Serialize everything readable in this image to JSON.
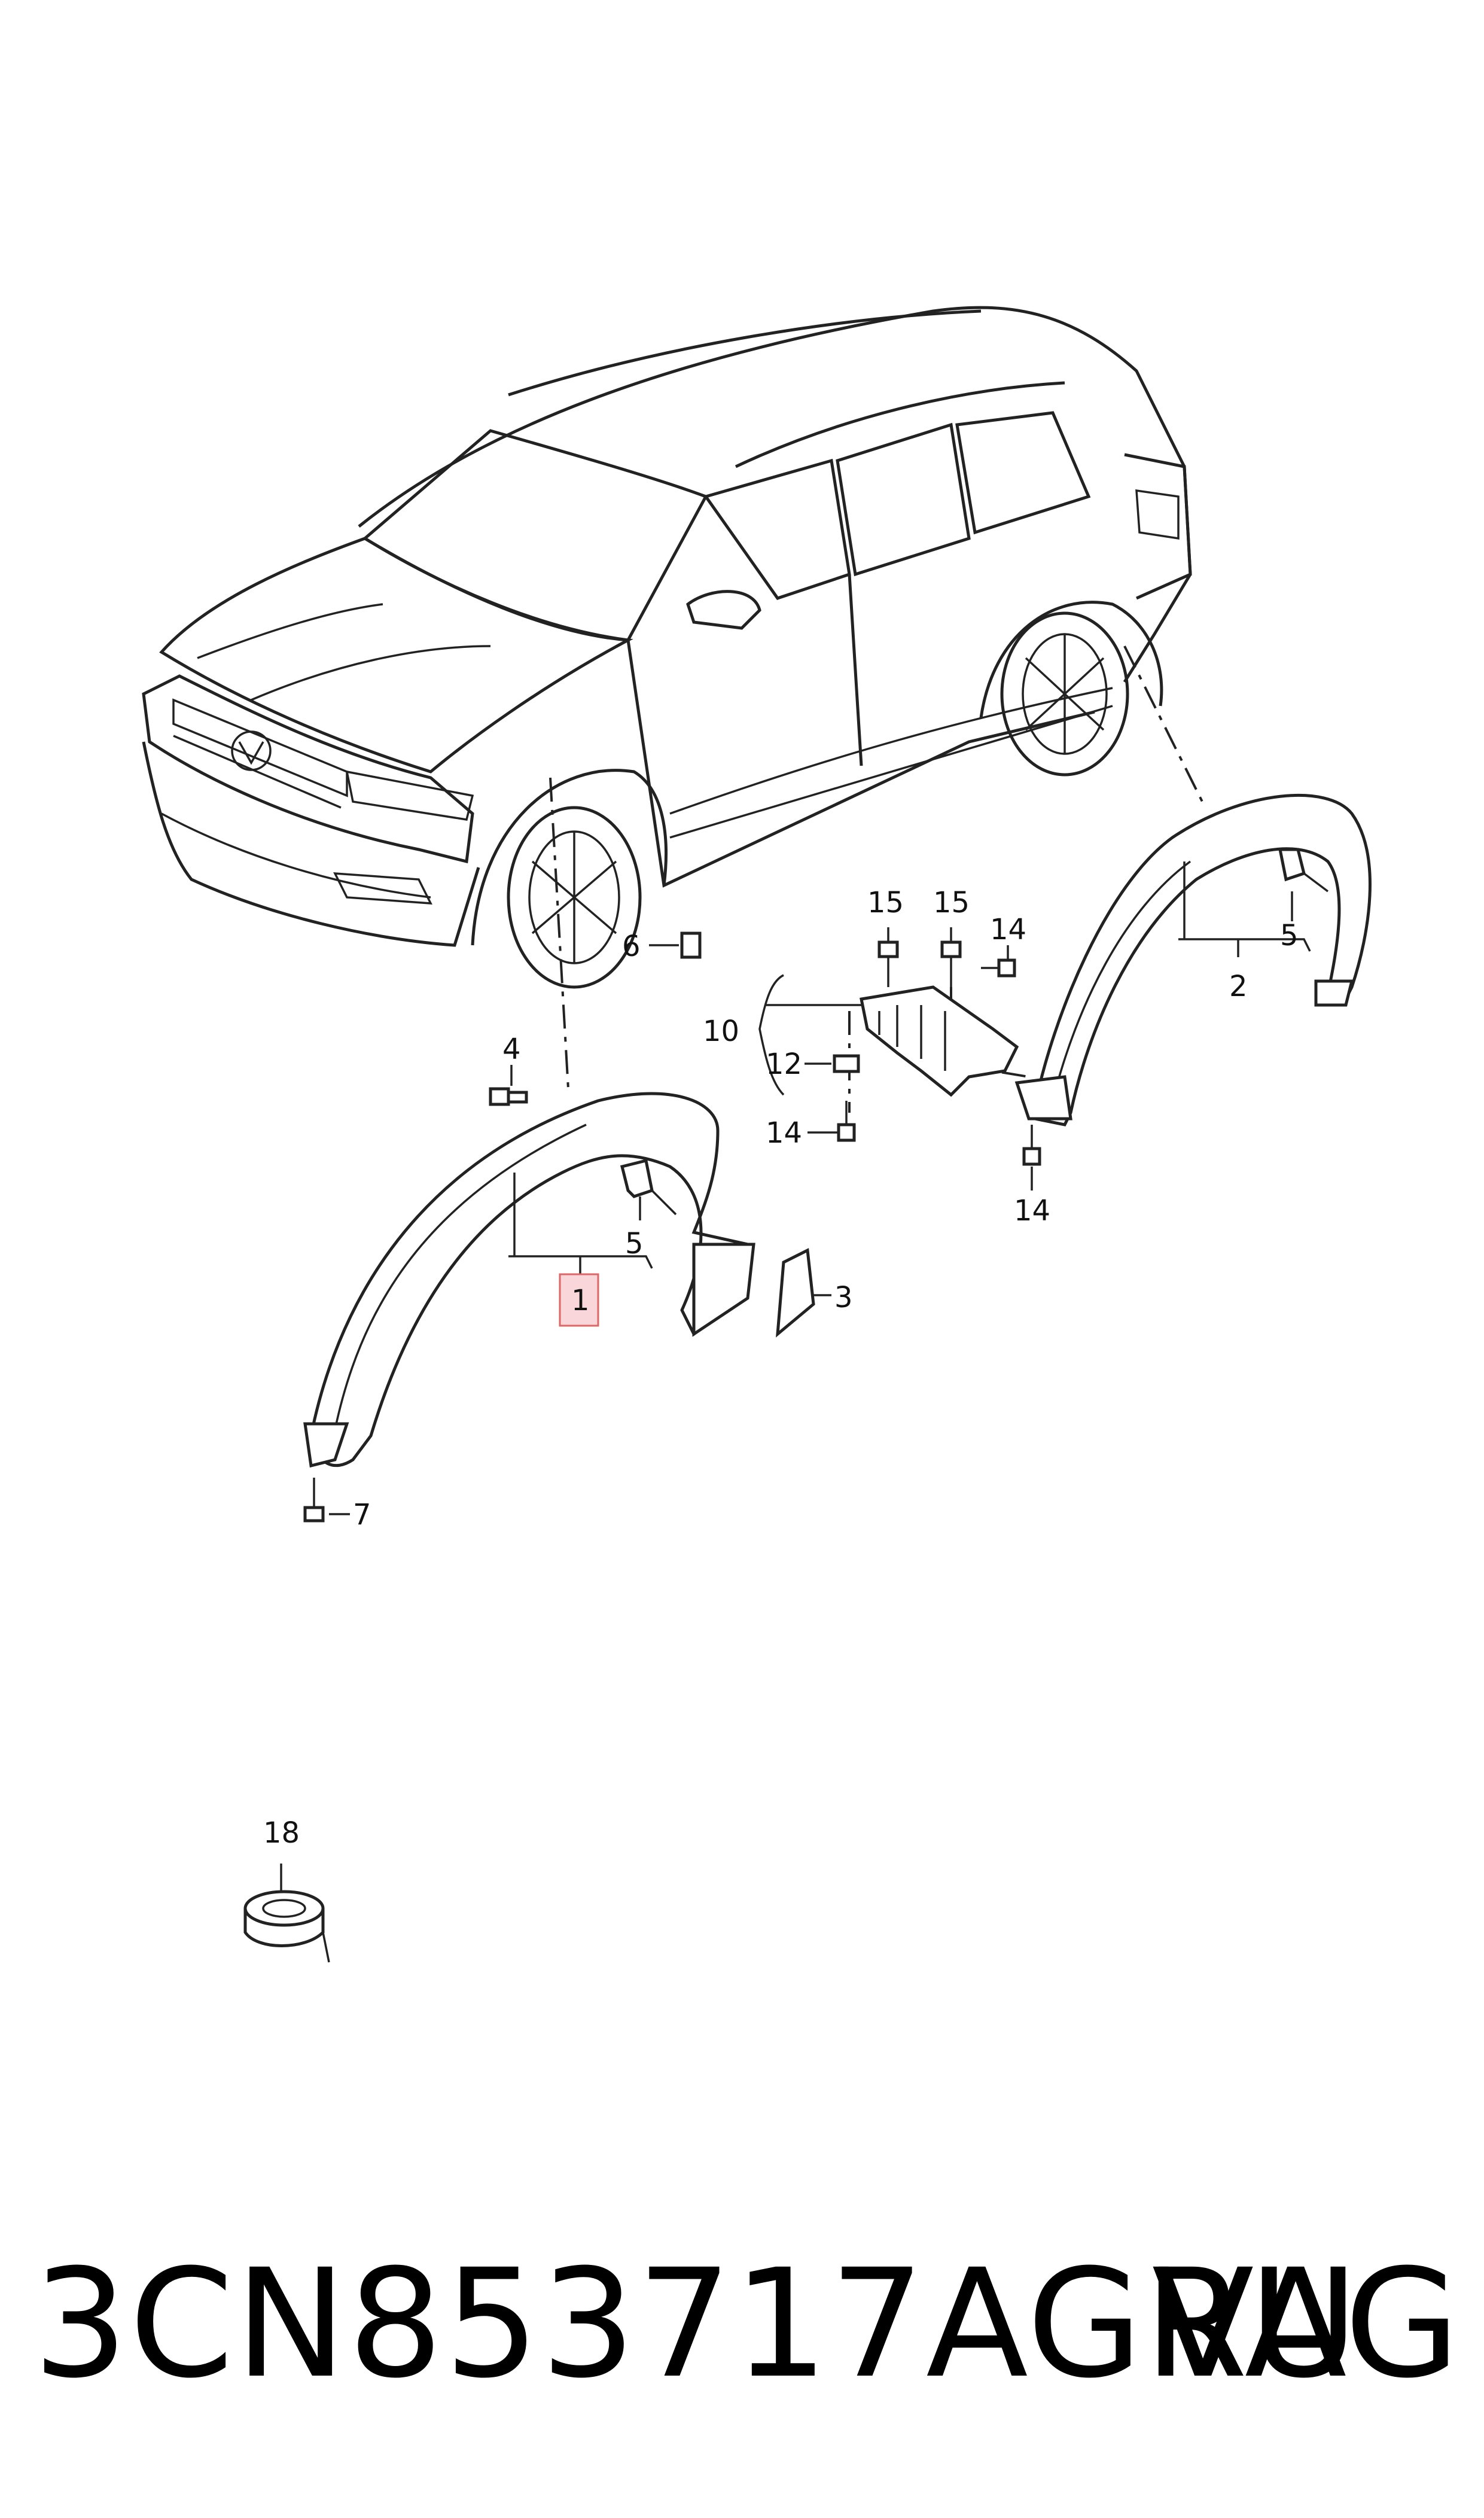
{
  "callouts": {
    "c1": "1",
    "c2": "2",
    "c3": "3",
    "c4": "4",
    "c5a": "5",
    "c5b": "5",
    "c6": "6",
    "c7": "7",
    "c10": "10",
    "c12": "12",
    "c14a": "14",
    "c14b": "14",
    "c14c": "14",
    "c15a": "15",
    "c15b": "15",
    "c18": "18"
  },
  "highlight_color": "#f9d6d9",
  "footer": {
    "part_number": "3CN853717AGRU",
    "brand": "VAG"
  }
}
